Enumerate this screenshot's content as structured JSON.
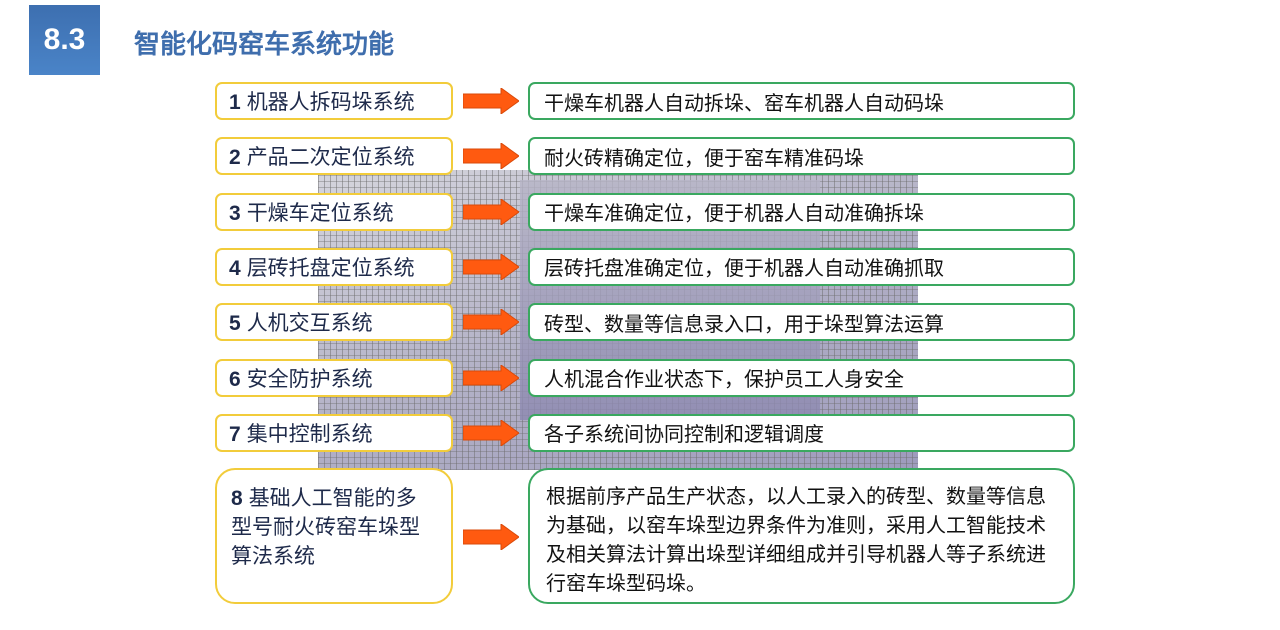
{
  "header": {
    "section_number": "8.3",
    "title": "智能化码窑车系统功能"
  },
  "rows": [
    {
      "num": "1",
      "system": "机器人拆码垛系统",
      "function": "干燥车机器人自动拆垛、窑车机器人自动码垛"
    },
    {
      "num": "2",
      "system": "产品二次定位系统",
      "function": "耐火砖精确定位，便于窑车精准码垛"
    },
    {
      "num": "3",
      "system": "干燥车定位系统",
      "function": "干燥车准确定位，便于机器人自动准确拆垛"
    },
    {
      "num": "4",
      "system": "层砖托盘定位系统",
      "function": "层砖托盘准确定位，便于机器人自动准确抓取"
    },
    {
      "num": "5",
      "system": "人机交互系统",
      "function": "砖型、数量等信息录入口，用于垛型算法运算"
    },
    {
      "num": "6",
      "system": "安全防护系统",
      "function": "人机混合作业状态下，保护员工人身安全"
    },
    {
      "num": "7",
      "system": "集中控制系统",
      "function": "各子系统间协同控制和逻辑调度"
    },
    {
      "num": "8",
      "system": "基础人工智能的多型号耐火砖窑车垛型算法系统",
      "function": "根据前序产品生产状态，以人工录入的砖型、数量等信息为基础，以窑车垛型边界条件为准则，采用人工智能技术及相关算法计算出垛型详细组成并引导机器人等子系统进行窑车垛型码垛。"
    }
  ],
  "colors": {
    "accent": "#3f6ead",
    "left_border": "#f2cc3b",
    "right_border": "#3aa860",
    "arrow": "#ff5a10"
  }
}
